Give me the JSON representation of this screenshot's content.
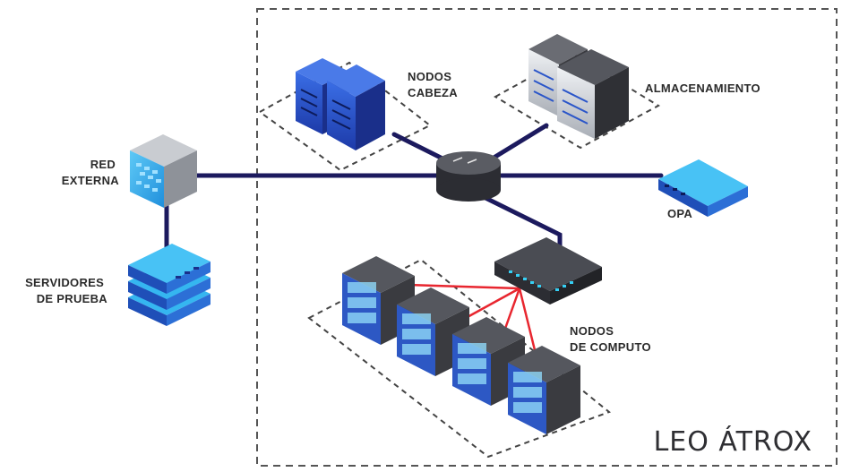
{
  "cluster": {
    "title": "LEO ÁTROX"
  },
  "labels": {
    "red_externa": [
      "RED",
      "EXTERNA"
    ],
    "servidores_prueba": [
      "SERVIDORES",
      "DE PRUEBA"
    ],
    "nodos_cabeza": [
      "NODOS",
      "CABEZA"
    ],
    "almacenamiento": "ALMACENAMIENTO",
    "opa": "OPA",
    "nodos_computo": [
      "NODOS",
      "DE COMPUTO"
    ]
  },
  "colors": {
    "link": "#1c1a5e",
    "compute_link": "#e8262f",
    "server_blue": "#2a55c9",
    "server_blue_dark": "#1a2f8a",
    "storage_gray": "#3a3b40",
    "dashed": "#555555",
    "accent_cyan": "#35b6f0"
  }
}
